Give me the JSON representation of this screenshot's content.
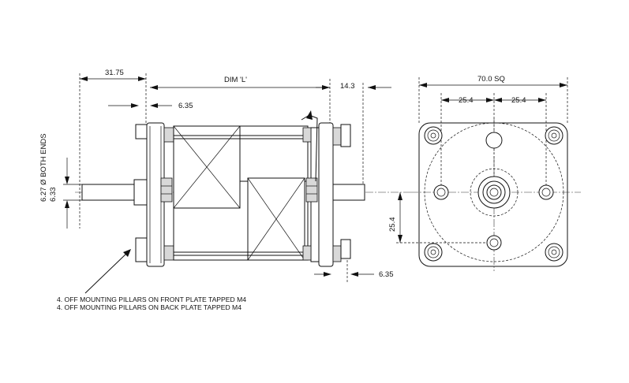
{
  "drawing": {
    "dimensions": {
      "shaft_offset": "31.75",
      "dim_l": "DIM 'L'",
      "rear_shaft": "14.3",
      "plate_thickness_front": "6.35",
      "plate_thickness_rear": "6.35",
      "square": "70.0 SQ",
      "half_pitch_left": "25.4",
      "half_pitch_right": "25.4",
      "vertical_pitch": "25.4",
      "shaft_dia": "6.33",
      "shaft_note": "6.27 Ø BOTH ENDS"
    },
    "notes": {
      "front_pillars": "4. OFF MOUNTING PILLARS ON FRONT PLATE TAPPED M4",
      "back_pillars": "4. OFF MOUNTING PILLARS ON BACK PLATE TAPPED M4"
    }
  }
}
